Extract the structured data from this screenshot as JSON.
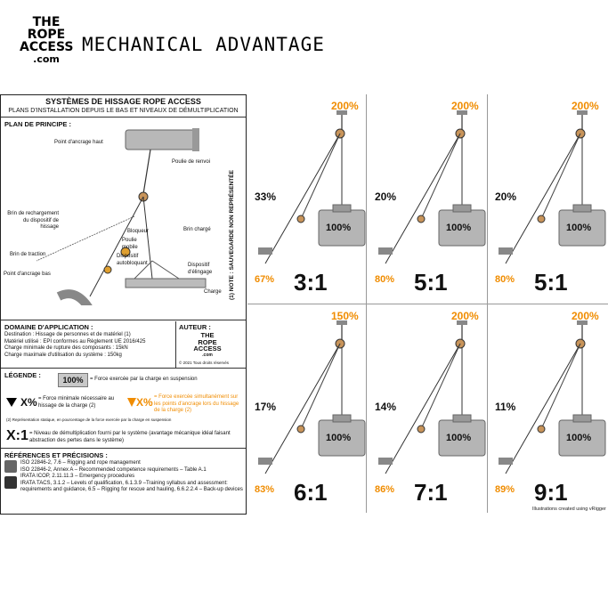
{
  "logo": {
    "line1": "THE",
    "line2": "ROPE",
    "line3": "ACCESS",
    "line4": ".com"
  },
  "title": "MECHANICAL ADVANTAGE",
  "left": {
    "title": "SYSTÈMES DE HISSAGE ROPE ACCESS",
    "subtitle": "PLANS D'INSTALLATION DEPUIS LE BAS ET NIVEAUX DE DÉMULTIPLICATION",
    "principle_header": "PLAN DE PRINCIPE :",
    "labels": {
      "anchor_high": "Point d'ancrage haut",
      "pulley": "Poulie de renvoi",
      "reload": "Brin de rechargement du dispositif de hissage",
      "traction": "Brin de traction",
      "anchor_low": "Point d'ancrage bas",
      "blocker": "Bloqueur",
      "mobile_pulley": "Poulie mobile",
      "self_lock": "Dispositif autobloquant",
      "loaded": "Brin chargé",
      "sling": "Dispositif d'élingage",
      "load": "Charge"
    },
    "note": "(1) NOTE : SAUVEGARDE NON REPRÉSENTÉE",
    "domain_header": "DOMAINE D'APPLICATION :",
    "domain_lines": [
      "Destination : Hissage de personnes et de matériel (1)",
      "Matériel utilisé : EPI conformes au Règlement UE 2016/425",
      "Charge minimale de rupture des composants : 15kN",
      "Charge maximale d'utilisation du système : 150kg"
    ],
    "author_header": "AUTEUR :",
    "copyright": "© 2021 Tous droits réservés",
    "legend_header": "LÉGENDE :",
    "legend_100": "100%",
    "legend_100_text": "= Force exercée par la charge en suspension",
    "legend_x": "X%",
    "legend_x_text": "= Force minimale nécessaire au hissage de la charge (2)",
    "legend_xo": "X%",
    "legend_xo_text": "= Force exercée simultanément sur les points d'ancrage lors du hissage de la charge (2)",
    "legend_note": "(2) Représentation statique, en pourcentage de la force exercée par la charge en suspension",
    "legend_ratio": "X:1",
    "legend_ratio_text": "= Niveau de démultiplication fourni par le système (avantage mécanique idéal faisant abstraction des pertes dans le système)",
    "refs_header": "RÉFÉRENCES ET PRÉCISIONS :",
    "refs": [
      "ISO 22846-2, 7.6 – Rigging and rope management",
      "ISO 22846-2, Annex A – Recommended competence requirements – Table A.1",
      "IRATA ICOP, 2.11.11.3 – Emergency procedures",
      "IRATA TACS, 3.1.2 – Levels of qualification, 6.1.3.9 –Training syllabus and assessment: requirements and guidance, 6.5 – Rigging for rescue and hauling, 6.6.2.2.4 – Back-up devices"
    ]
  },
  "systems": [
    {
      "ratio": "3:1",
      "top": "200%",
      "pull": "33%",
      "bottom": "67%",
      "load": "100%"
    },
    {
      "ratio": "5:1",
      "top": "200%",
      "pull": "20%",
      "bottom": "80%",
      "load": "100%"
    },
    {
      "ratio": "5:1",
      "top": "200%",
      "pull": "20%",
      "bottom": "80%",
      "load": "100%"
    },
    {
      "ratio": "6:1",
      "top": "150%",
      "pull": "17%",
      "bottom": "83%",
      "load": "100%"
    },
    {
      "ratio": "7:1",
      "top": "200%",
      "pull": "14%",
      "bottom": "86%",
      "load": "100%"
    },
    {
      "ratio": "9:1",
      "top": "200%",
      "pull": "11%",
      "bottom": "89%",
      "load": "100%"
    }
  ],
  "credit": "Illustrations created using vRigger",
  "colors": {
    "orange": "#f08c00",
    "grey": "#9a9a9a",
    "dark": "#111111"
  }
}
